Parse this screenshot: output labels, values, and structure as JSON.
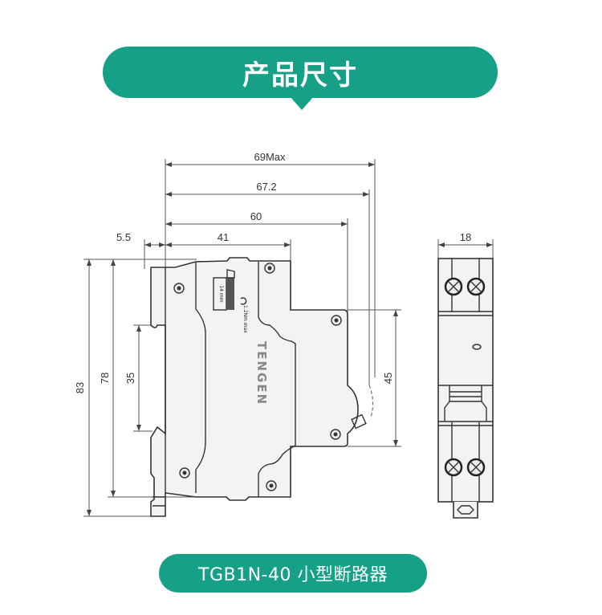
{
  "header": {
    "title": "产品尺寸"
  },
  "footer": {
    "title": "TGB1N-40 小型断路器"
  },
  "colors": {
    "accent": "#15a087"
  },
  "drawing": {
    "brand_mark": "TENGEN",
    "dimensions": {
      "overall_max": "69Max",
      "width_with_handle": "67.2",
      "depth": "60",
      "front_depth": "41",
      "offset": "5.5",
      "height_total": "83",
      "height_body": "78",
      "rail": "35",
      "front_height": "45",
      "module_width": "18"
    },
    "labels": {
      "strip_length": "14 mm",
      "torque": "1.2Nm max"
    }
  }
}
